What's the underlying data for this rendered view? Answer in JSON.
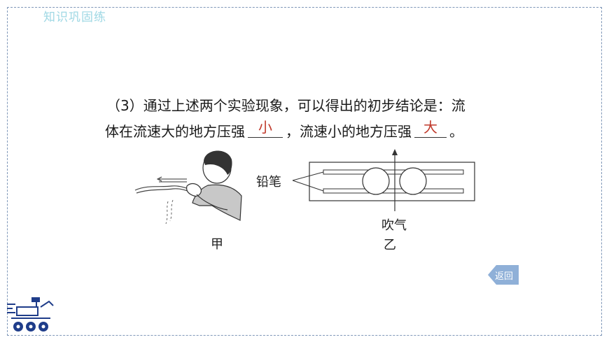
{
  "header": {
    "section_title": "知识巩固练"
  },
  "question": {
    "line1": "（3）通过上述两个实验现象，可以得出的初步结论是：流",
    "line2_a": "体在流速大的地方压强",
    "answer1": "小",
    "line2_b": "，流速小的地方压强",
    "answer2": "大",
    "line2_c": "。"
  },
  "figures": {
    "jia_label": "甲",
    "yi_label": "乙",
    "pencil_label": "铅笔",
    "blow_label": "吹气"
  },
  "nav": {
    "back_label": "返回"
  },
  "colors": {
    "answer": "#c0392b",
    "accent": "#7f97b8",
    "back_button": "#8fb0d8"
  }
}
